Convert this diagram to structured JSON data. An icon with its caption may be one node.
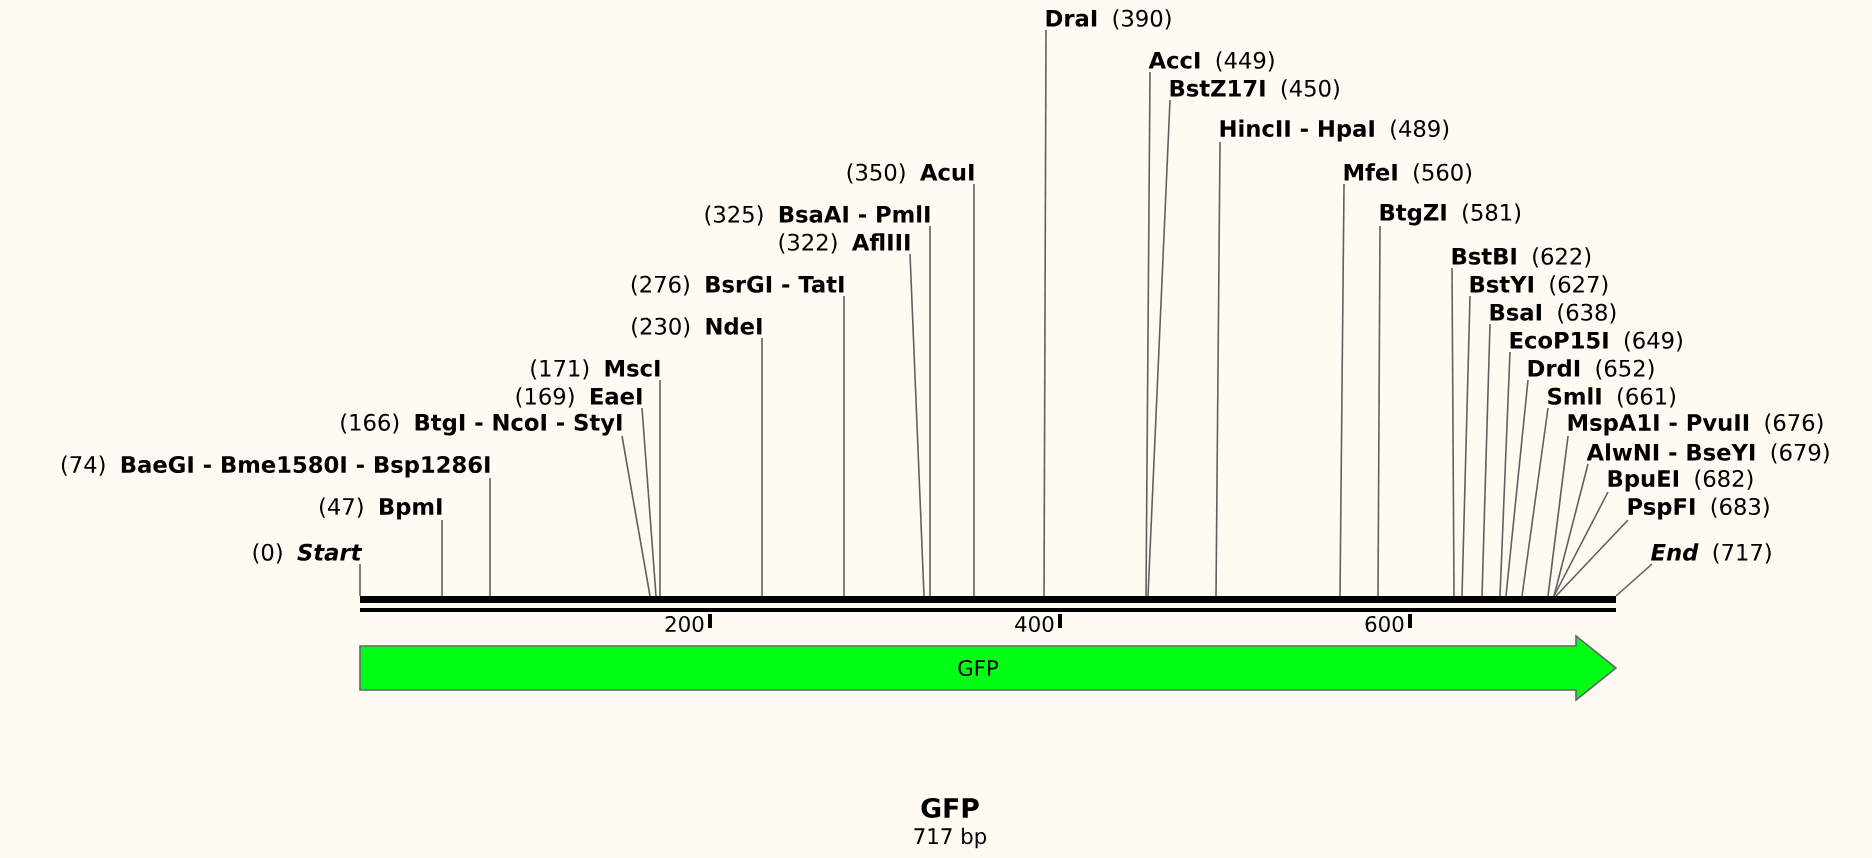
{
  "diagram": {
    "title": "GFP",
    "caption": "717 bp",
    "nodes": [
      {
        "text": [
          "(0)",
          "Start"
        ]
      },
      {
        "text": [
          "(47)",
          "BpmI"
        ]
      },
      {
        "text": [
          "(74)",
          "BaeGI - Bme1580I - Bsp1286I"
        ]
      },
      {
        "text": [
          "(166)",
          "BtgI - NcoI - StyI"
        ]
      },
      {
        "text": [
          "(169)",
          "EaeI"
        ]
      },
      {
        "text": [
          "(171)",
          "MscI"
        ]
      },
      {
        "text": [
          "(230)",
          "NdeI"
        ]
      },
      {
        "text": [
          "(276)",
          "BsrGI - TatI"
        ]
      },
      {
        "text": [
          "(322)",
          "AflIII"
        ]
      },
      {
        "text": [
          "(325)",
          "BsaAI - PmlI"
        ]
      },
      {
        "text": [
          "(350)",
          "AcuI"
        ]
      },
      {
        "text": [
          "DraI",
          "(390)"
        ]
      },
      {
        "text": [
          "AccI",
          "(449)"
        ]
      },
      {
        "text": [
          "BstZ17I",
          "(450)"
        ]
      },
      {
        "text": [
          "HincII - HpaI",
          "(489)"
        ]
      },
      {
        "text": [
          "MfeI",
          "(560)"
        ]
      },
      {
        "text": [
          "BtgZI",
          "(581)"
        ]
      },
      {
        "text": [
          "BstBI",
          "(622)"
        ]
      },
      {
        "text": [
          "BstYI",
          "(627)"
        ]
      },
      {
        "text": [
          "BsaI",
          "(638)"
        ]
      },
      {
        "text": [
          "EcoP15I",
          "(649)"
        ]
      },
      {
        "text": [
          "DrdI",
          "(652)"
        ]
      },
      {
        "text": [
          "SmlI",
          "(661)"
        ]
      },
      {
        "text": [
          "MspA1I - PvuII",
          "(676)"
        ]
      },
      {
        "text": [
          "AlwNI - BseYI",
          "(679)"
        ]
      },
      {
        "text": [
          "BpuEI",
          "(682)"
        ]
      },
      {
        "text": [
          "PspFI",
          "(683)"
        ]
      },
      {
        "text": [
          "End",
          "(717)"
        ]
      },
      {
        "text": [],
        "shape": "bar"
      },
      {
        "text": [
          "GFP"
        ]
      }
    ],
    "edges": [
      {
        "from": 0,
        "to": 28,
        "arrow": "none"
      },
      {
        "from": 1,
        "to": 28,
        "arrow": "none"
      },
      {
        "from": 2,
        "to": 28,
        "arrow": "none"
      },
      {
        "from": 3,
        "to": 28,
        "arrow": "none"
      },
      {
        "from": 4,
        "to": 28,
        "arrow": "none"
      },
      {
        "from": 5,
        "to": 28,
        "arrow": "none"
      },
      {
        "from": 6,
        "to": 28,
        "arrow": "none"
      },
      {
        "from": 7,
        "to": 28,
        "arrow": "none"
      },
      {
        "from": 8,
        "to": 28,
        "arrow": "none"
      },
      {
        "from": 9,
        "to": 28,
        "arrow": "none"
      },
      {
        "from": 10,
        "to": 28,
        "arrow": "none"
      },
      {
        "from": 11,
        "to": 28,
        "arrow": "none"
      },
      {
        "from": 12,
        "to": 28,
        "arrow": "none"
      },
      {
        "from": 13,
        "to": 28,
        "arrow": "none"
      },
      {
        "from": 14,
        "to": 28,
        "arrow": "none"
      },
      {
        "from": 15,
        "to": 28,
        "arrow": "none"
      },
      {
        "from": 16,
        "to": 28,
        "arrow": "none"
      },
      {
        "from": 17,
        "to": 28,
        "arrow": "none"
      },
      {
        "from": 18,
        "to": 28,
        "arrow": "none"
      },
      {
        "from": 19,
        "to": 28,
        "arrow": "none"
      },
      {
        "from": 20,
        "to": 28,
        "arrow": "none"
      },
      {
        "from": 21,
        "to": 28,
        "arrow": "none"
      },
      {
        "from": 22,
        "to": 28,
        "arrow": "none"
      },
      {
        "from": 23,
        "to": 28,
        "arrow": "none"
      },
      {
        "from": 24,
        "to": 28,
        "arrow": "none"
      },
      {
        "from": 25,
        "to": 28,
        "arrow": "none"
      },
      {
        "from": 26,
        "to": 28,
        "arrow": "none"
      },
      {
        "from": 27,
        "to": 28,
        "arrow": "none"
      }
    ],
    "labels": [
      "200",
      "400",
      "600"
    ]
  }
}
